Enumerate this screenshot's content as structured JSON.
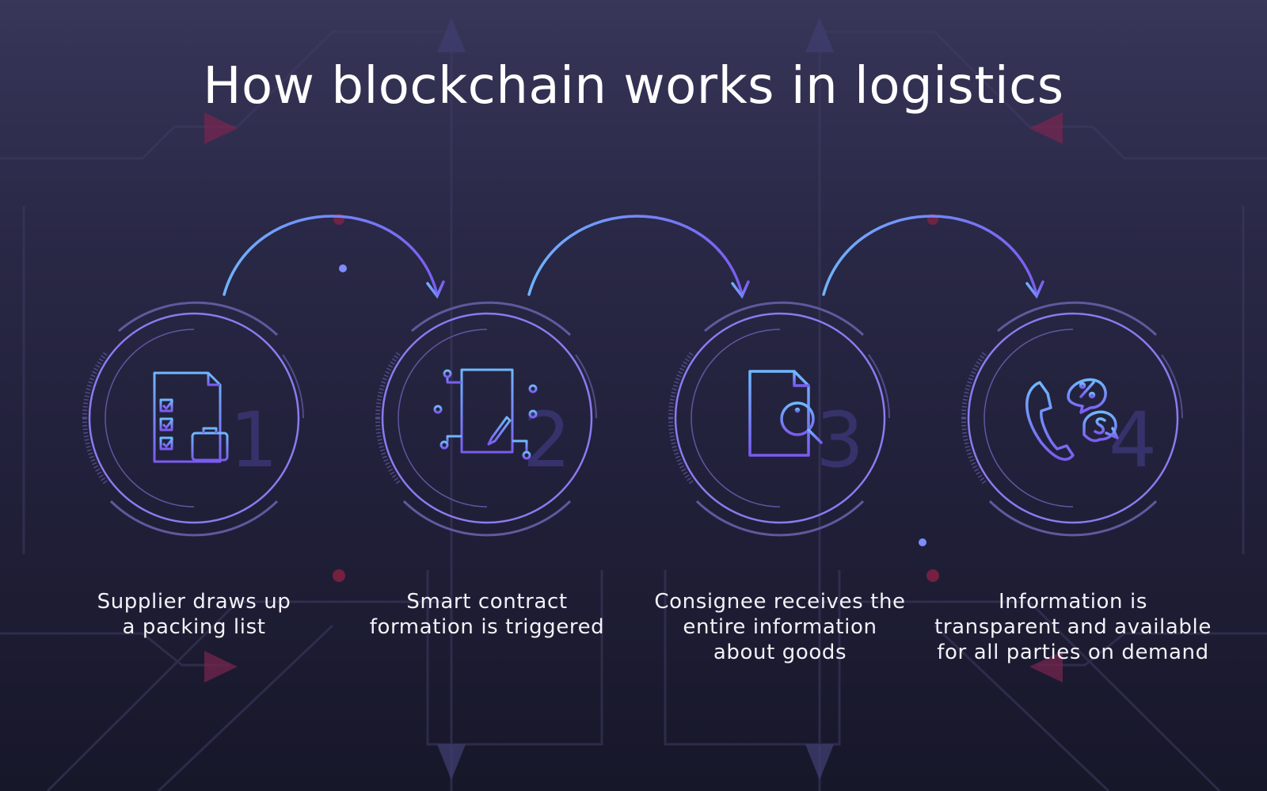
{
  "title": "How blockchain works in logistics",
  "steps": [
    {
      "number": "1",
      "icon": "packing-list-icon",
      "caption_lines": [
        "Supplier draws up",
        "a packing list"
      ]
    },
    {
      "number": "2",
      "icon": "smart-contract-icon",
      "caption_lines": [
        "Smart contract",
        "formation is triggered"
      ]
    },
    {
      "number": "3",
      "icon": "document-info-search-icon",
      "caption_lines": [
        "Consignee receives the",
        "entire information",
        "about goods"
      ]
    },
    {
      "number": "4",
      "icon": "phone-chat-icon",
      "caption_lines": [
        "Information is",
        "transparent and available",
        "for all parties on demand"
      ]
    }
  ],
  "colors": {
    "background_top": "#383659",
    "background_bottom": "#17172a",
    "accent_blue": "#6fb3ff",
    "accent_violet": "#7a5cf0",
    "circuit_red": "#8a2a55",
    "ring": "#8a7cf0"
  }
}
